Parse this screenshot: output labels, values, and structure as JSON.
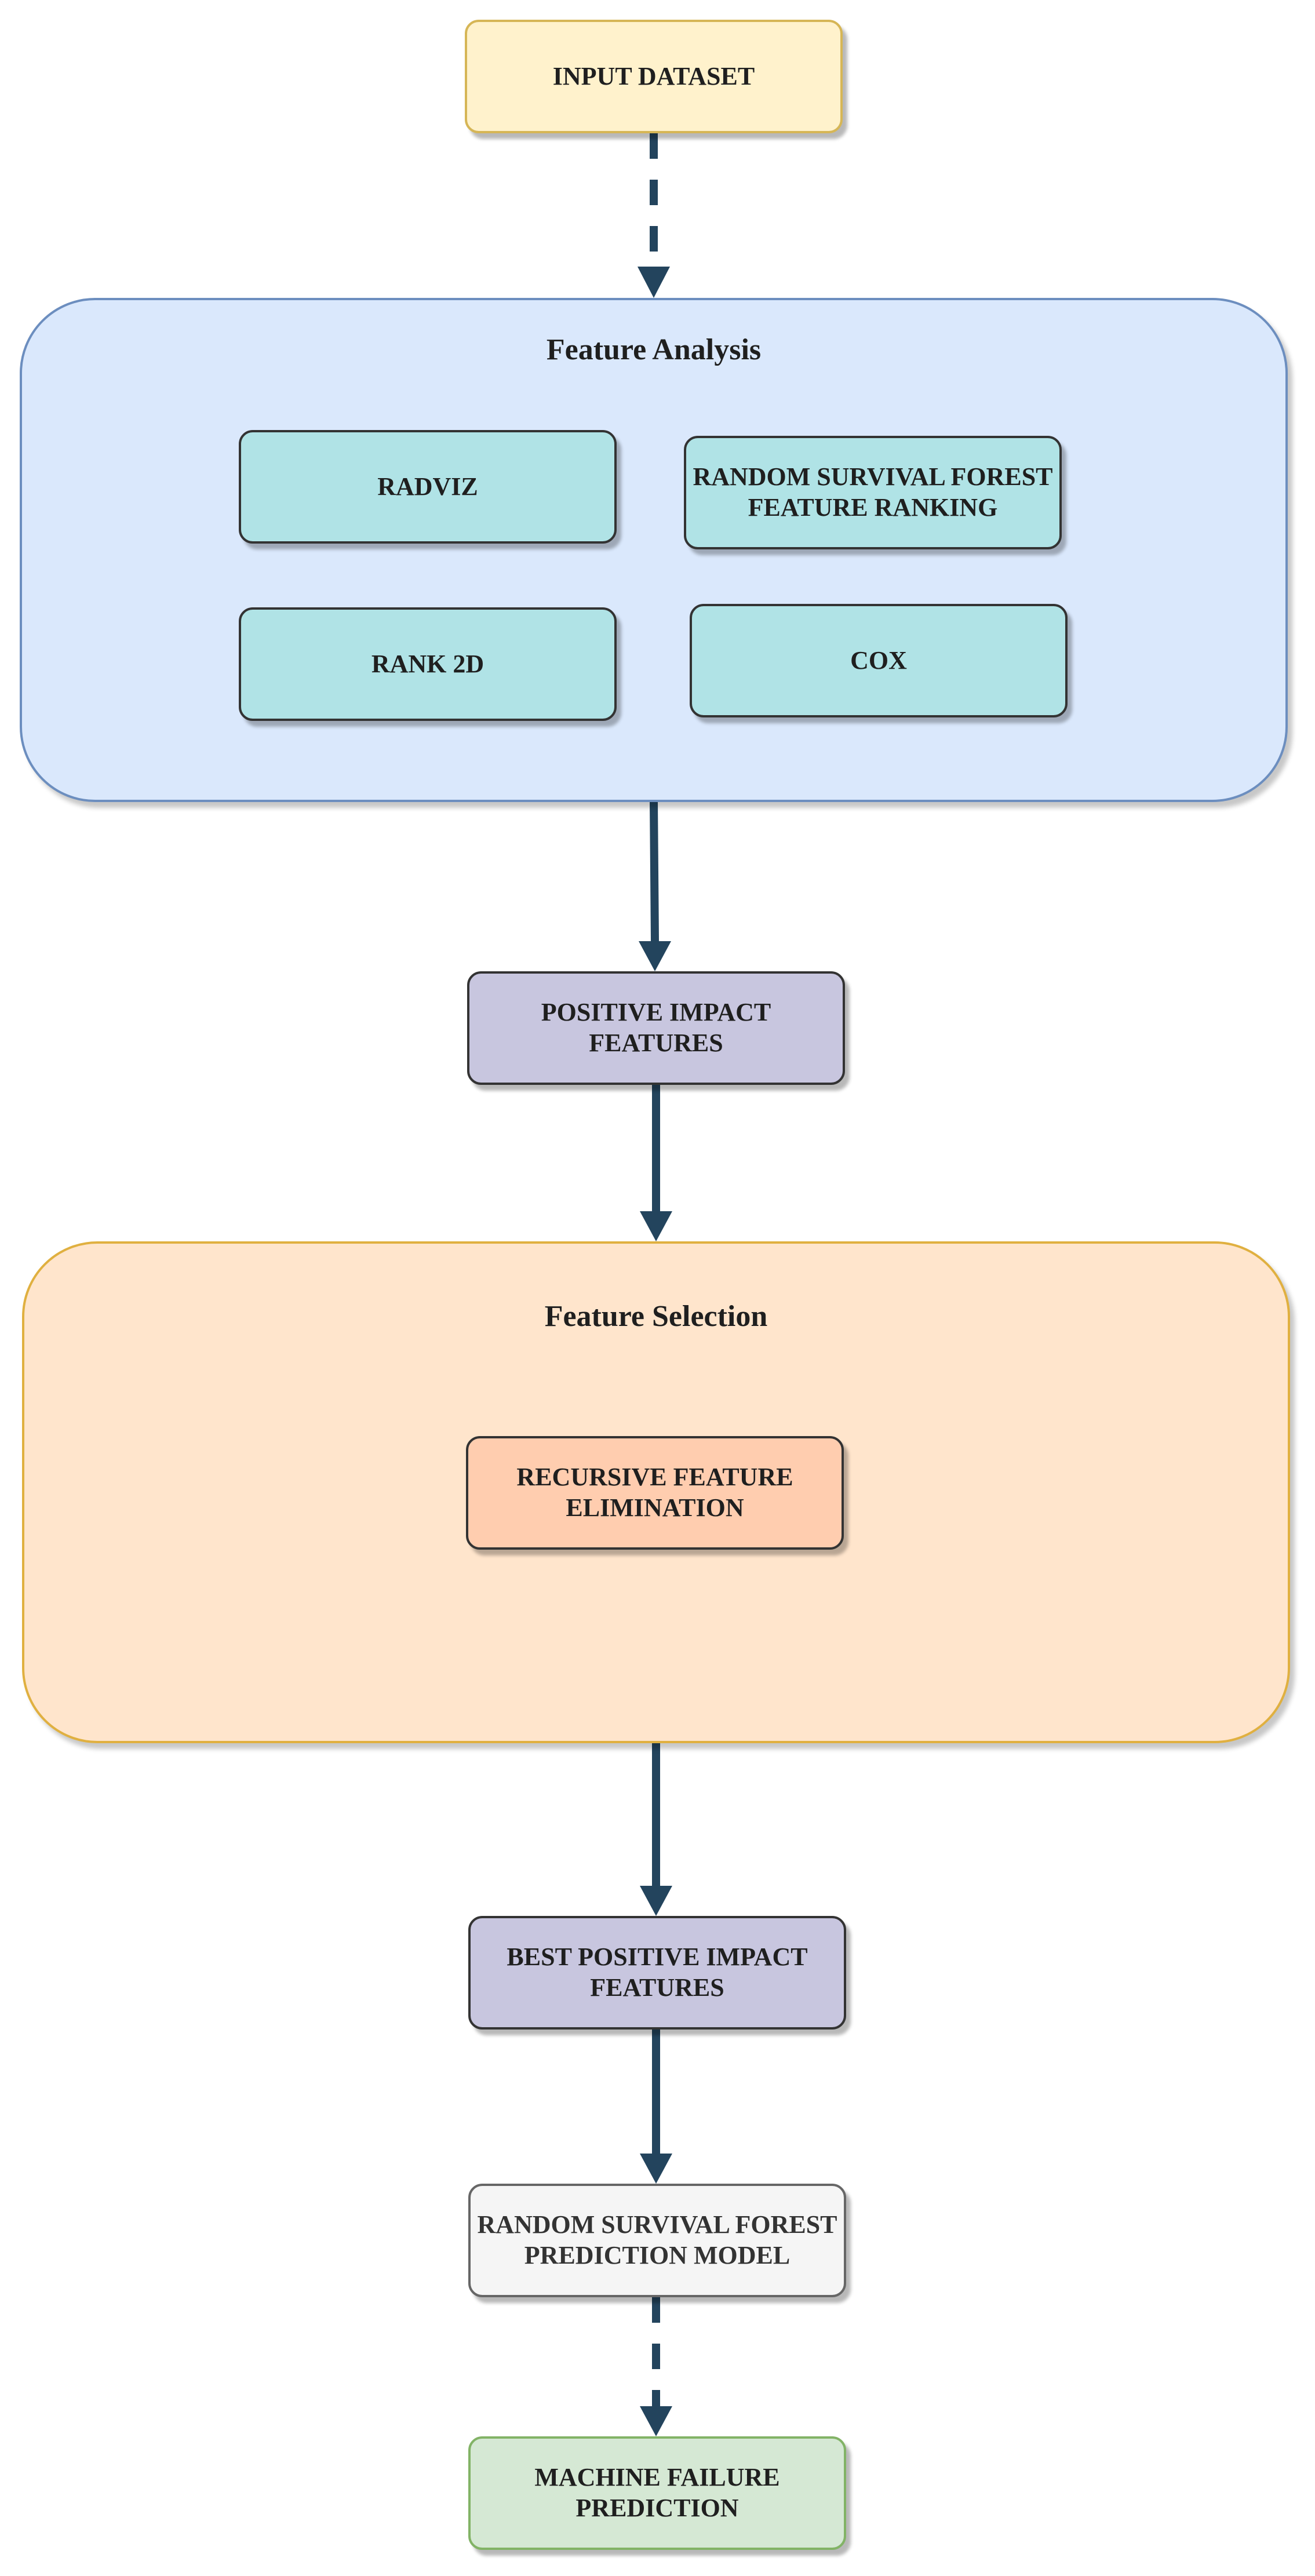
{
  "nodes": {
    "input_dataset": "INPUT DATASET",
    "feature_analysis": {
      "title": "Feature Analysis",
      "radviz": "RADVIZ",
      "rsf_ranking": "RANDOM SURVIVAL FOREST\nFEATURE RANKING",
      "rank2d": "RANK 2D",
      "cox": "COX"
    },
    "positive_impact": "POSITIVE IMPACT\nFEATURES",
    "feature_selection": {
      "title": "Feature Selection",
      "rfe": "RECURSIVE FEATURE\nELIMINATION"
    },
    "best_positive": "BEST POSITIVE IMPACT\nFEATURES",
    "rsf_model": "RANDOM SURVIVAL FOREST\nPREDICTION MODEL",
    "machine_failure": "MACHINE FAILURE\nPREDICTION"
  },
  "colors": {
    "arrow": "#23445d",
    "input": "#fff2cc",
    "analysis_group": "#dae8fc",
    "analysis_item": "#b0e3e6",
    "impact": "#c8c6df",
    "selection_group": "#ffe5cc",
    "rfe": "#ffcdaf",
    "model": "#f5f5f5",
    "prediction": "#d5e8d4"
  },
  "edges": [
    {
      "from": "INPUT DATASET",
      "to": "Feature Analysis",
      "style": "dashed"
    },
    {
      "from": "Feature Analysis",
      "to": "POSITIVE IMPACT FEATURES",
      "style": "solid"
    },
    {
      "from": "POSITIVE IMPACT FEATURES",
      "to": "Feature Selection",
      "style": "solid"
    },
    {
      "from": "Feature Selection",
      "to": "BEST POSITIVE IMPACT FEATURES",
      "style": "solid"
    },
    {
      "from": "BEST POSITIVE IMPACT FEATURES",
      "to": "RANDOM SURVIVAL FOREST PREDICTION MODEL",
      "style": "solid"
    },
    {
      "from": "RANDOM SURVIVAL FOREST PREDICTION MODEL",
      "to": "MACHINE FAILURE PREDICTION",
      "style": "dashed"
    }
  ]
}
